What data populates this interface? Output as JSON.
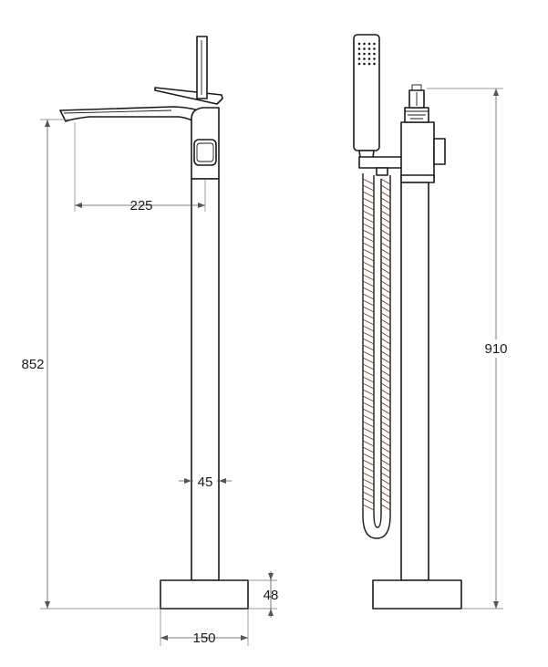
{
  "dimensions": {
    "spout_reach": "225",
    "spout_height": "852",
    "column_width": "45",
    "base_height": "48",
    "base_width": "150",
    "total_height": "910"
  }
}
